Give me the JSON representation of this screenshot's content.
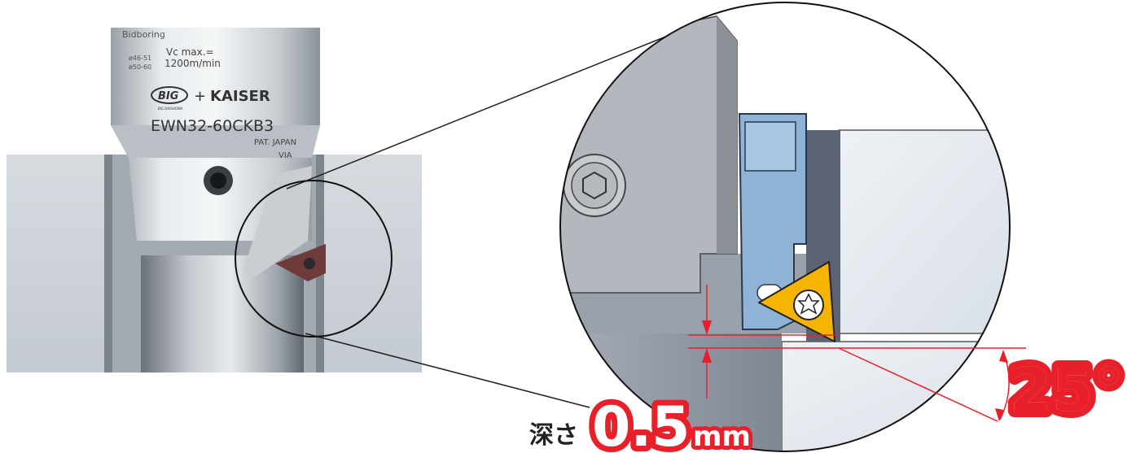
{
  "photo": {
    "brand_text": "Bidboring",
    "spec_vc": "Vc max.=",
    "spec_speed": "1200m/min",
    "range_1": "ø46-51",
    "range_2": "ø50-60",
    "logo_big": "BIG",
    "logo_daishowa": "BIG DAISHOWA",
    "logo_plus": "+",
    "logo_kaiser": "KAISER",
    "model": "EWN32-60CKB3",
    "patent": "PAT. JAPAN",
    "via": "VIA"
  },
  "annotations": {
    "depth_prefix": "深さ",
    "depth_value": "0.5",
    "depth_unit": "mm",
    "angle": "25°"
  },
  "colors": {
    "accent_red": "#e8202a",
    "insert_yellow": "#f4b400",
    "holder_blue": "#8fb3d6"
  }
}
